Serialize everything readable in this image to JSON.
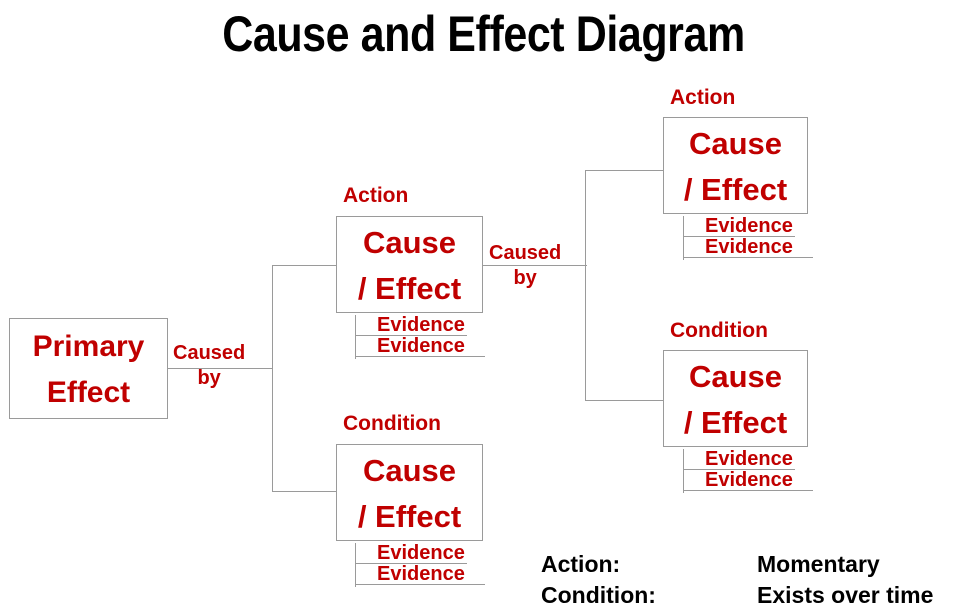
{
  "title": "Cause and Effect Diagram",
  "connector_color": "#9a9a9a",
  "accent_color": "#C00000",
  "text_color": "#000000",
  "node_labels": {
    "primary_line1": "Primary",
    "primary_line2": "Effect",
    "cause_line1": "Cause",
    "cause_line2": "/ Effect",
    "evidence": "Evidence"
  },
  "connector_labels": {
    "caused": "Caused",
    "by": "by"
  },
  "nodes": {
    "primary": {
      "line1": "Primary",
      "line2": "Effect"
    },
    "mid_action": {
      "kind": "Action",
      "line1": "Cause",
      "line2": "/ Effect",
      "evidence": [
        "Evidence",
        "Evidence"
      ]
    },
    "mid_condition": {
      "kind": "Condition",
      "line1": "Cause",
      "line2": "/ Effect",
      "evidence": [
        "Evidence",
        "Evidence"
      ]
    },
    "right_action": {
      "kind": "Action",
      "line1": "Cause",
      "line2": "/ Effect",
      "evidence": [
        "Evidence",
        "Evidence"
      ]
    },
    "right_condition": {
      "kind": "Condition",
      "line1": "Cause",
      "line2": "/ Effect",
      "evidence": [
        "Evidence",
        "Evidence"
      ]
    }
  },
  "legend": [
    {
      "term": "Action:",
      "definition": "Momentary"
    },
    {
      "term": "Condition:",
      "definition": "Exists over time"
    }
  ]
}
